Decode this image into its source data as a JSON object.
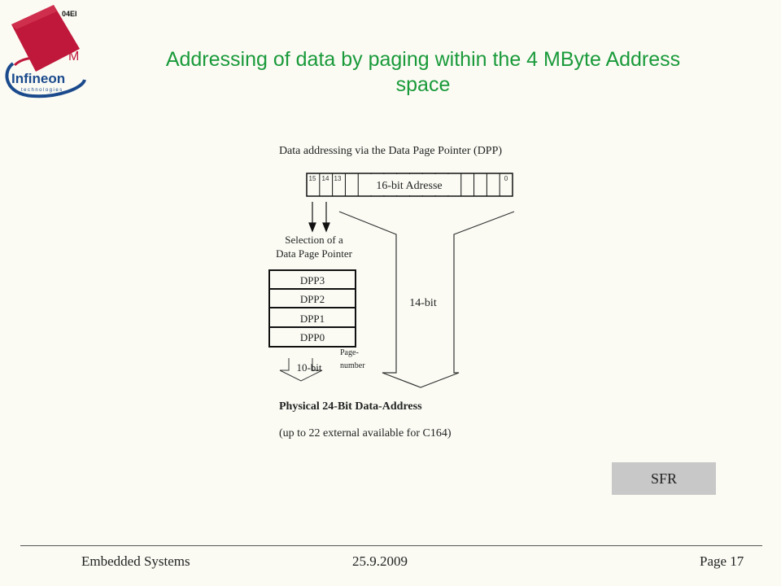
{
  "logo": {
    "badge_text": "04EI",
    "m_letter": "M",
    "brand_name": "Infineon",
    "brand_sub": "technologies"
  },
  "title": {
    "line1": "Addressing of data by paging within the 4 MByte Address",
    "line2": "space"
  },
  "diagram": {
    "heading": "Data addressing via the Data Page Pointer (DPP)",
    "register": {
      "bit_labels": [
        "15",
        "14",
        "13",
        "0"
      ],
      "label": "16-bit Adresse"
    },
    "selection_label": {
      "line1": "Selection of a",
      "line2": "Data Page Pointer"
    },
    "dpp_rows": [
      "DPP3",
      "DPP2",
      "DPP1",
      "DPP0"
    ],
    "page_number": {
      "line1": "Page-",
      "line2": "number"
    },
    "ten_bit": "10-bit",
    "fourteen_bit": "14-bit",
    "physical_label": "Physical 24-Bit Data-Address",
    "external_note": "(up to 22 external available for C164)"
  },
  "sfr_button": "SFR",
  "footer": {
    "left": "Embedded Systems",
    "date": "25.9.2009",
    "page": "Page 17"
  },
  "colors": {
    "title_green": "#1a9a3a",
    "logo_red": "#c0183a",
    "logo_blue": "#1b4a8c",
    "button_gray": "#c8c8c8"
  }
}
